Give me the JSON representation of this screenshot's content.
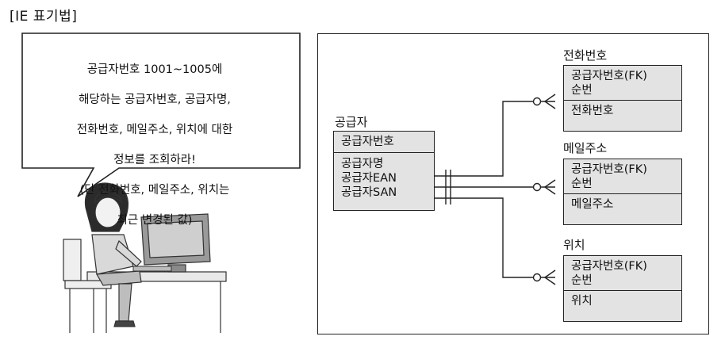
{
  "heading": "[IE 표기법]",
  "callout": {
    "lines": [
      "공급자번호 1001~1005에",
      "해당하는 공급자번호, 공급자명,",
      "전화번호, 메일주소, 위치에 대한",
      "정보를 조회하라!",
      "(단 전화번호, 메일주소, 위치는",
      "최근 변경된 값)"
    ]
  },
  "supplier": {
    "title": "공급자",
    "key": "공급자번호",
    "attrs": [
      "공급자명",
      "공급자EAN",
      "공급자SAN"
    ]
  },
  "children": [
    {
      "title": "전화번호",
      "keys": [
        "공급자번호(FK)",
        "순번"
      ],
      "attr": "전화번호"
    },
    {
      "title": "메일주소",
      "keys": [
        "공급자번호(FK)",
        "순번"
      ],
      "attr": "메일주소"
    },
    {
      "title": "위치",
      "keys": [
        "공급자번호(FK)",
        "순번"
      ],
      "attr": "위치"
    }
  ],
  "colors": {
    "entity_fill": "#e3e3e3",
    "line": "#222222"
  }
}
